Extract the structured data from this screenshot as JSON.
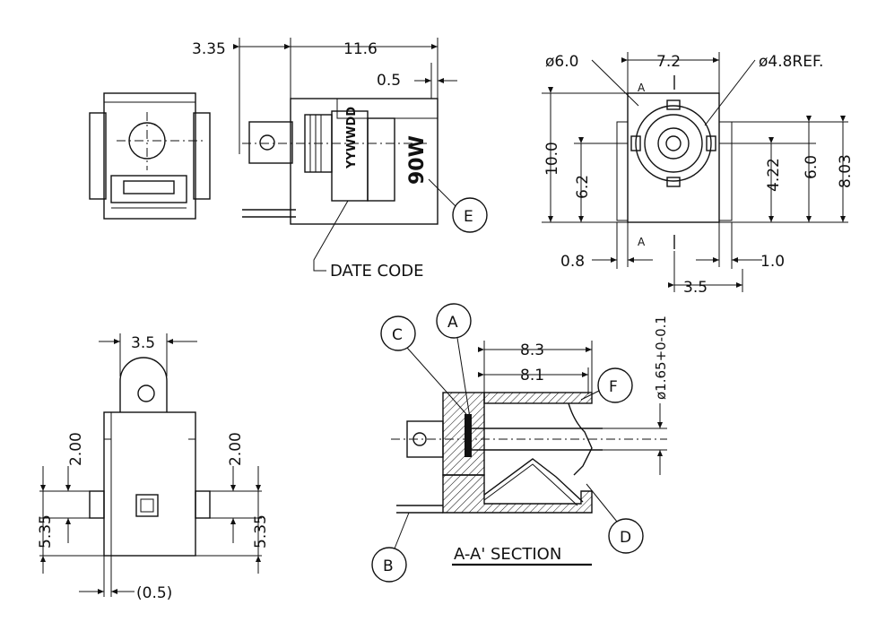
{
  "front_view": {
    "dim_top_left": "3.35",
    "dim_top_width": "11.6",
    "dim_small": "0.5",
    "label_code_text": "YYWWDD",
    "label_power_text": "90W",
    "date_code_label": "DATE CODE",
    "callout_e": "E"
  },
  "end_view": {
    "dim_outer_dia": "ø6.0",
    "dim_width": "7.2",
    "dim_inner_dia": "ø4.8REF.",
    "dim_height_total": "10.0",
    "dim_center_left": "6.2",
    "dim_center_right": "4.22",
    "dim_inner_height": "6.0",
    "dim_overall_right": "8.03",
    "dim_pin_left": "0.8",
    "dim_pin_right": "1.0",
    "dim_pin_pitch": "3.5",
    "section_marker": "A"
  },
  "bottom_view": {
    "dim_tab_width": "3.5",
    "dim_left_small": "2.00",
    "dim_right_small": "2.00",
    "dim_left_large": "5.35",
    "dim_right_large": "5.35",
    "dim_bottom_offset": "(0.5)"
  },
  "section_view": {
    "dim_outer_depth": "8.3",
    "dim_inner_depth": "8.1",
    "dim_pin_dia": "ø1.65+0-0.1",
    "callout_c": "C",
    "callout_a": "A",
    "callout_f": "F",
    "callout_d": "D",
    "callout_b": "B",
    "section_title": "A-A' SECTION"
  }
}
